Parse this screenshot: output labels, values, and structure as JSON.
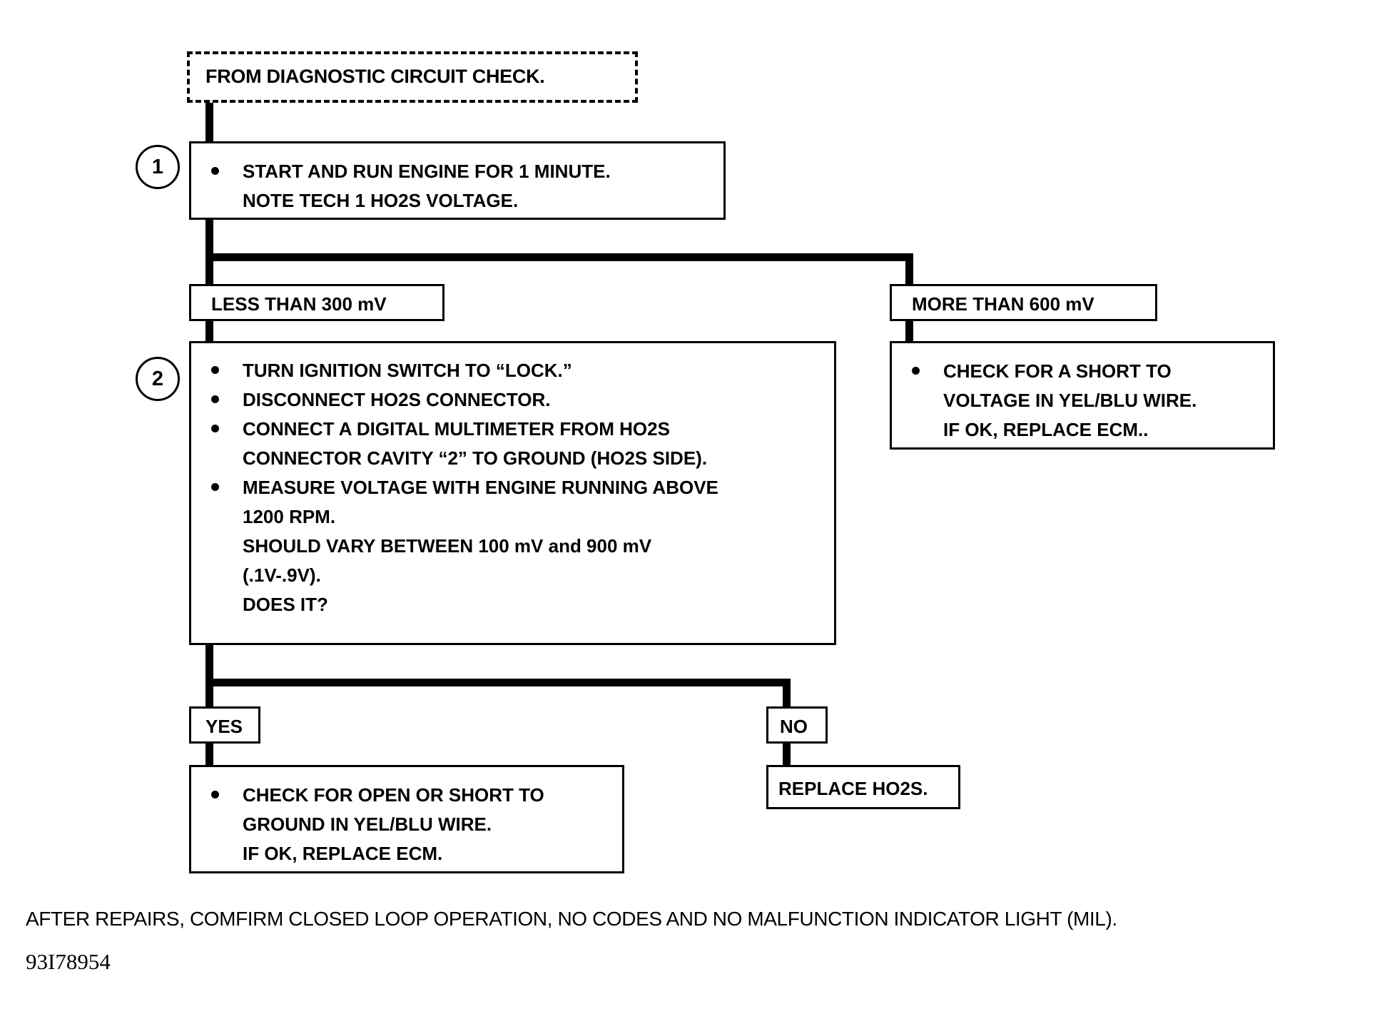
{
  "diagram": {
    "title_box": {
      "label": "FROM DIAGNOSTIC CIRCUIT CHECK."
    },
    "steps": [
      {
        "number": "1",
        "bullets": [
          {
            "lines": [
              "START AND RUN ENGINE FOR 1 MINUTE.",
              "NOTE TECH 1 HO2S VOLTAGE."
            ]
          }
        ]
      },
      {
        "number": "2",
        "bullets": [
          {
            "lines": [
              "TURN IGNITION SWITCH TO “LOCK.”"
            ]
          },
          {
            "lines": [
              "DISCONNECT HO2S CONNECTOR."
            ]
          },
          {
            "lines": [
              "CONNECT A DIGITAL MULTIMETER FROM HO2S",
              "CONNECTOR CAVITY “2” TO GROUND (HO2S SIDE)."
            ]
          },
          {
            "lines": [
              "MEASURE VOLTAGE WITH ENGINE RUNNING ABOVE",
              "1200 RPM.",
              "SHOULD VARY BETWEEN 100 mV and 900 mV",
              "(.1V-.9V).",
              "DOES IT?"
            ]
          }
        ]
      }
    ],
    "branch_labels": {
      "less_than": "LESS THAN 300 mV",
      "more_than": "MORE THAN 600 mV",
      "yes": "YES",
      "no": "NO"
    },
    "result_boxes": {
      "short_to_voltage": {
        "bullets": [
          {
            "lines": [
              "CHECK FOR A SHORT TO",
              "VOLTAGE IN YEL/BLU WIRE.",
              "IF OK, REPLACE ECM.."
            ]
          }
        ]
      },
      "open_or_short_to_ground": {
        "bullets": [
          {
            "lines": [
              "CHECK FOR OPEN OR SHORT TO",
              "GROUND IN YEL/BLU WIRE.",
              "IF OK, REPLACE ECM."
            ]
          }
        ]
      },
      "replace_ho2s": {
        "label": "REPLACE HO2S."
      }
    },
    "footer": {
      "note": "AFTER REPAIRS, COMFIRM CLOSED LOOP OPERATION, NO CODES AND NO MALFUNCTION INDICATOR LIGHT (MIL).",
      "code": "93I78954"
    },
    "colors": {
      "ink": "#000000",
      "paper": "#ffffff"
    }
  }
}
